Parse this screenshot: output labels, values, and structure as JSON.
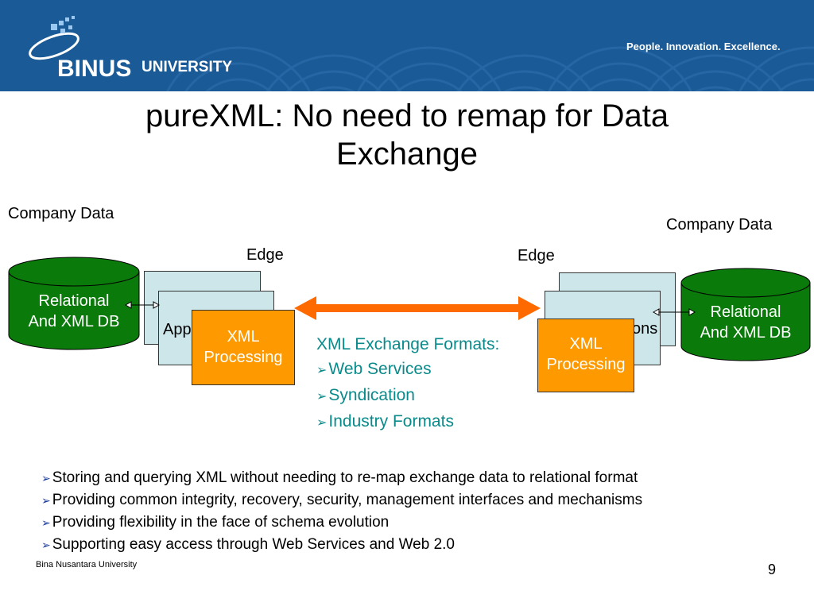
{
  "header": {
    "logo_text": "BINUS",
    "logo_sub": "UNIVERSITY",
    "tagline": "People. Innovation. Excellence."
  },
  "slide": {
    "title_line1": "pureXML: No need to remap for Data",
    "title_line2": "Exchange"
  },
  "diagram": {
    "left": {
      "company_label": "Company Data",
      "edge_label": "Edge",
      "db_line1": "Relational",
      "db_line2": "And XML DB",
      "app_text": "App",
      "xml_line1": "XML",
      "xml_line2": "Processing"
    },
    "right": {
      "company_label": "Company Data",
      "edge_label": "Edge",
      "db_line1": "Relational",
      "db_line2": "And XML DB",
      "app_text": "ons",
      "xml_line1": "XML",
      "xml_line2": "Processing"
    },
    "formats": {
      "heading": "XML Exchange Formats:",
      "items": [
        "Web Services",
        "Syndication",
        "Industry Formats"
      ]
    },
    "colors": {
      "db_fill": "#0a7a0a",
      "app_fill": "#cde6ea",
      "xml_fill": "#ff9900",
      "arrow": "#ff6a00",
      "formats_text": "#0a8a8a"
    }
  },
  "bullets": [
    "Storing and querying XML without needing to re-map exchange data to relational format",
    "Providing common integrity, recovery, security, management interfaces and mechanisms",
    "Providing flexibility in the face of schema evolution",
    "Supporting easy access through Web Services and Web 2.0"
  ],
  "footer": {
    "org": "Bina Nusantara University",
    "page": "9"
  }
}
